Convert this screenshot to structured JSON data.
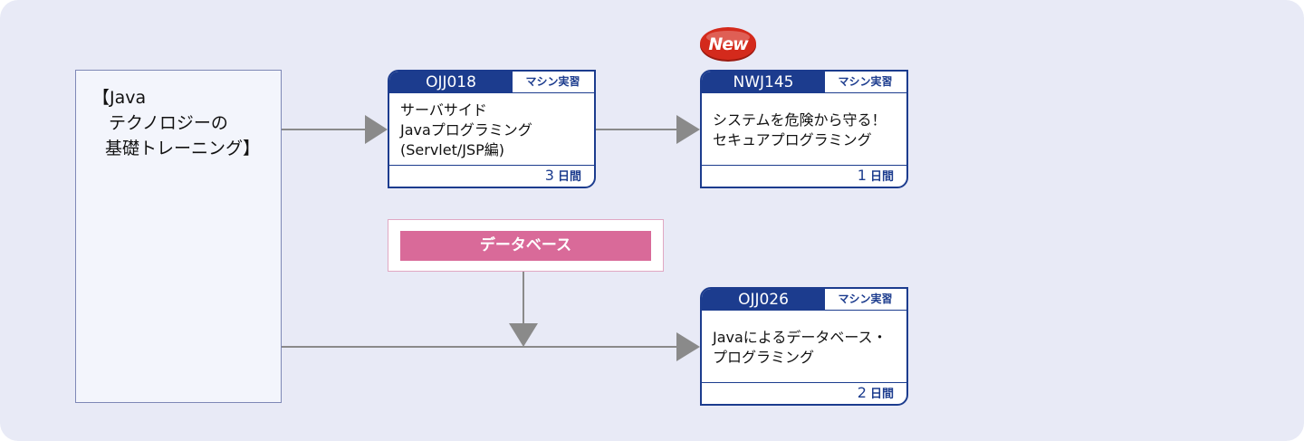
{
  "prerequisite": {
    "lines": [
      "【Java",
      "テクノロジーの",
      "基礎トレーニング】"
    ]
  },
  "courses": [
    {
      "code": "OJJ018",
      "tag": "マシン実習",
      "title_lines": [
        "サーバサイド",
        "Javaプログラミング",
        "(Servlet/JSP編)"
      ],
      "duration_num": "3",
      "duration_unit": "日間"
    },
    {
      "code": "NWJ145",
      "tag": "マシン実習",
      "title_lines": [
        "システムを危険から守る！",
        "セキュアプログラミング"
      ],
      "duration_num": "1",
      "duration_unit": "日間",
      "badge": "New"
    },
    {
      "code": "OJJ026",
      "tag": "マシン実習",
      "title_lines": [
        "Javaによるデータベース・",
        "プログラミング"
      ],
      "duration_num": "2",
      "duration_unit": "日間"
    }
  ],
  "database_box": {
    "label": "データベース"
  },
  "colors": {
    "background": "#e8eaf6",
    "course_blue": "#1c3c8e",
    "database_pink": "#d96a99",
    "badge_red": "#d42a1c",
    "arrow_gray": "#8a8a8a"
  }
}
